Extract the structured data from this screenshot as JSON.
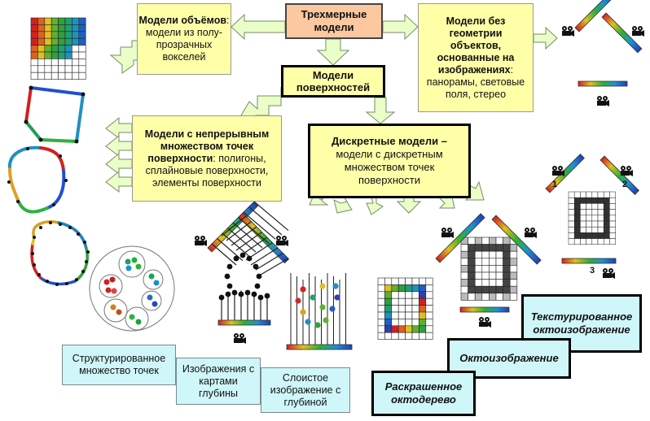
{
  "root": {
    "title": "Трехмерные модели"
  },
  "volume": {
    "title": "Модели объёмов",
    "desc": "модели из полу-прозрачных вокселей"
  },
  "image_based": {
    "title": "Модели без геометрии объектов, основанные на изображениях",
    "desc": "панорамы, световые поля, стерео"
  },
  "surface": {
    "title": "Модели поверхностей"
  },
  "continuous": {
    "title": "Модели с непрерывным множеством точек поверхности",
    "desc": "полигоны, сплайновые поверхности, элементы поверхности"
  },
  "discrete": {
    "title": "Дискретные модели –",
    "desc": "модели с дискретным множеством точек поверхности"
  },
  "leaves": {
    "point_set": "Структурированное множество точек",
    "depth_images": "Изображения с картами глубины",
    "layered_depth": "Слоистое изображение с глубиной"
  },
  "octo": {
    "textured": "Текстурированное октоизображение",
    "octoimage": "Октоизображение",
    "octree": "Раскрашенное октодерево"
  },
  "camera_labels": [
    "1",
    "2",
    "3"
  ],
  "colors": {
    "root_fill": "#fbc8a0",
    "yellow_box": "#ffffa8",
    "teal_box": "#cff6f8",
    "arrow_fill": "#eaffc8"
  }
}
